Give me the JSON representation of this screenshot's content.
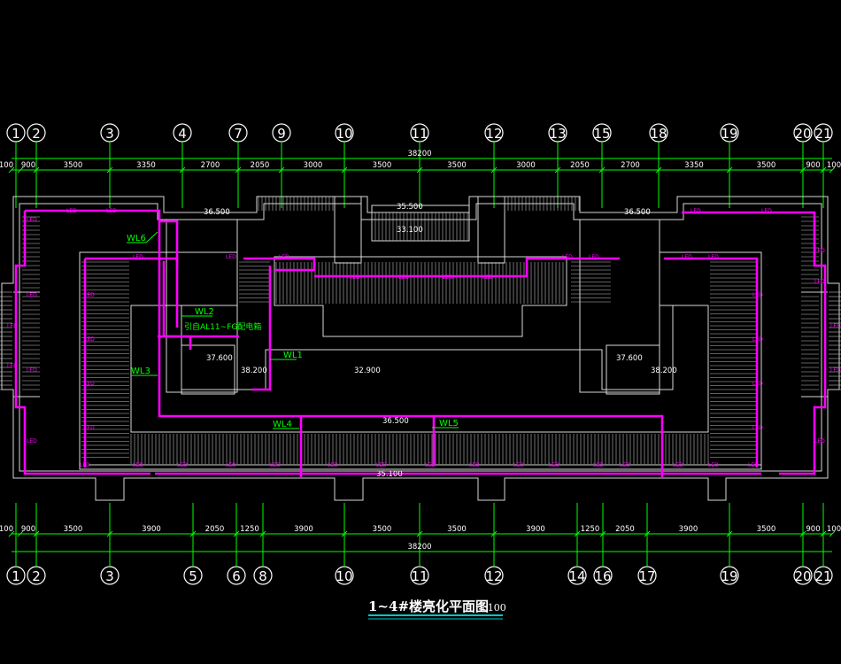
{
  "colors": {
    "background": "#000000",
    "grid": "#00ff00",
    "wiring": "#ff00ff",
    "outline": "#d9d9d9",
    "title_underline": "#00c8c8"
  },
  "top_axes": [
    "1",
    "2",
    "3",
    "4",
    "7",
    "9",
    "10",
    "11",
    "12",
    "13",
    "15",
    "18",
    "19",
    "20",
    "21"
  ],
  "bottom_axes": [
    "1",
    "2",
    "3",
    "5",
    "6",
    "8",
    "10",
    "11",
    "12",
    "14",
    "16",
    "17",
    "19",
    "20",
    "21"
  ],
  "top_dims": [
    "100",
    "900",
    "3500",
    "3350",
    "2700",
    "2050",
    "3000",
    "3500",
    "3500",
    "3000",
    "2050",
    "2700",
    "3350",
    "3500",
    "900",
    "100"
  ],
  "top_total": "38200",
  "bottom_dims": [
    "100",
    "900",
    "3500",
    "3900",
    "2050",
    "1250",
    "3900",
    "3500",
    "3500",
    "3900",
    "1250",
    "2050",
    "3900",
    "3500",
    "900",
    "100"
  ],
  "bottom_total": "38200",
  "elevations": [
    "36.500",
    "36.500",
    "36.500",
    "35.500",
    "33.100",
    "32.900",
    "37.600",
    "37.600",
    "38.200",
    "38.200",
    "35.100"
  ],
  "circuits": [
    "WL6",
    "WL2",
    "WL3",
    "WL1",
    "WL4",
    "WL5"
  ],
  "panel_label": "引自AL11~FG配电箱",
  "led_label": "LED",
  "title": "1~4#楼亮化平面图",
  "scale": "1:100"
}
